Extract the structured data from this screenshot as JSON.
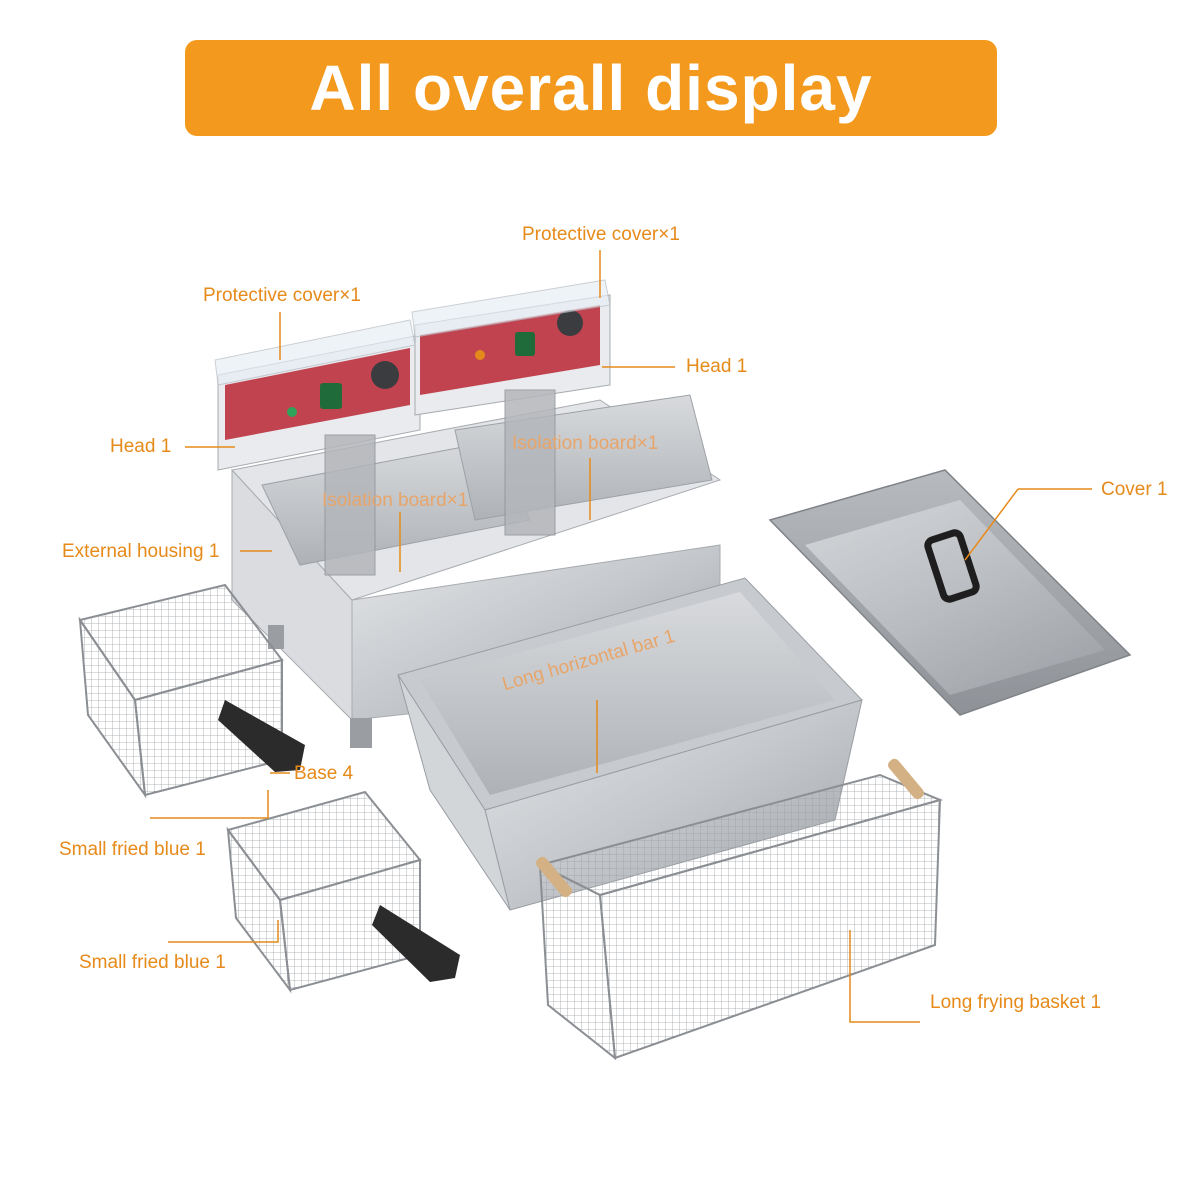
{
  "colors": {
    "accent": "#f39a1e",
    "label": "#e68a1a",
    "overlay_label": "#e8a56a",
    "steel": "#c9ccd0",
    "panel": "#c0434f"
  },
  "banner": {
    "title": "All overall display"
  },
  "labels": {
    "protective_cover_left": "Protective cover×1",
    "protective_cover_right": "Protective cover×1",
    "head_left": "Head 1",
    "head_right": "Head 1",
    "isolation_board_left": "Isolation board×1",
    "isolation_board_right": "Isolation board×1",
    "cover": "Cover 1",
    "external_housing": "External housing 1",
    "long_horizontal_bar": "Long horizontal bar 1",
    "base": "Base 4",
    "small_fried_blue_top": "Small fried blue 1",
    "small_fried_blue_bottom": "Small fried blue 1",
    "long_frying_basket": "Long frying basket 1"
  },
  "icons": [
    "fryer-body-icon",
    "oil-tank-icon",
    "lid-icon",
    "mesh-basket-icon",
    "long-basket-icon"
  ]
}
